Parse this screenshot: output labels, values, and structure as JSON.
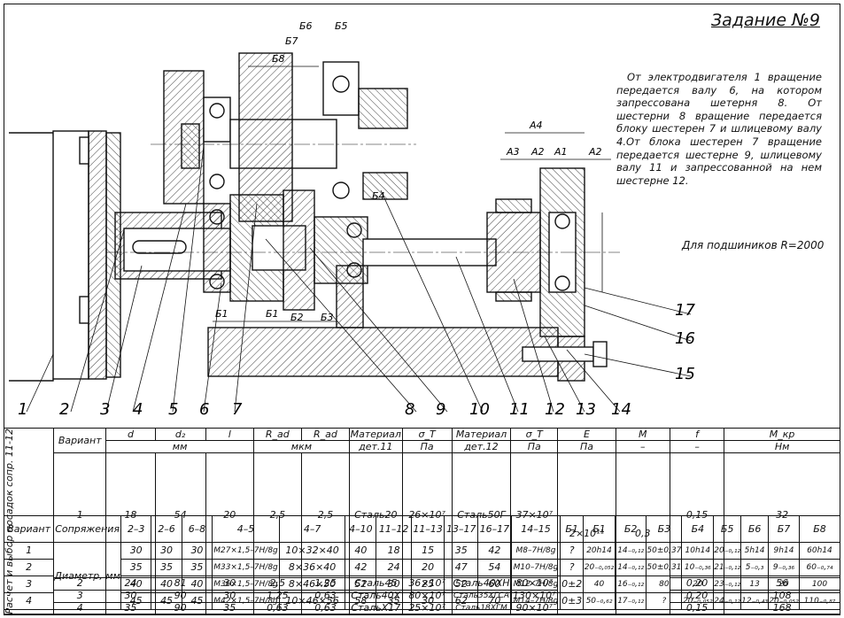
{
  "title": "Задание №9",
  "description": "От электродвигателя 1 вращение передается валу 6, на котором запрессована шетерня 8. От шестерни 8 вращение передается блоку шестерен 7 и шлицевому валу 4.От блока шестерен 7 вращение передается шестерне 9, шлицевому валу 11 и запрессованной на нем шестерне 12.",
  "bearing_note": "Для подшиников R=2000",
  "part_labels": [
    "1",
    "2",
    "3",
    "4",
    "5",
    "6",
    "7",
    "8",
    "9",
    "10",
    "11",
    "12",
    "13",
    "14",
    "15",
    "16",
    "17"
  ],
  "dimension_labels": {
    "a4": "A4",
    "a3": "A3",
    "a2": "A2",
    "a1": "A1",
    "a2b": "A2",
    "b6": "Б6",
    "b5": "Б5",
    "b7": "Б7",
    "b8": "Б8",
    "b4": "Б4",
    "b1": "Б1",
    "b1b": "Б1",
    "b2": "Б2",
    "b3": "Б3"
  },
  "table1": {
    "side_label": "Расчет и выбор посадок сопр. 11-12",
    "headers": [
      "Вариант",
      "d",
      "d₂",
      "l",
      "R_ad",
      "R_ad",
      "Материал",
      "σ_T",
      "Материал",
      "σ_T",
      "E",
      "M",
      "f",
      "M_кр"
    ],
    "subheaders": [
      "мм",
      "мкм",
      "дет.11",
      "Па",
      "дет.12",
      "Па",
      "Па",
      "–",
      "–",
      "Нм"
    ],
    "rows": [
      [
        "1",
        "18",
        "54",
        "20",
        "2,5",
        "2,5",
        "Сталь20",
        "26×10⁷",
        "Сталь50Г",
        "37×10⁷",
        "0,15",
        "32"
      ],
      [
        "2",
        "24",
        "81",
        "30",
        "2,5",
        "1,25",
        "Сталь45",
        "36×10⁷",
        "Сталь40ХН",
        "80×10⁷",
        "0,20",
        "56"
      ],
      [
        "3",
        "30",
        "90",
        "30",
        "1,25",
        "0,63",
        "Сталь40Х",
        "80×10⁷",
        "Сталь35ХГСА",
        "130×10⁷",
        "0,20",
        "108"
      ],
      [
        "4",
        "35",
        "90",
        "35",
        "0,63",
        "0,63",
        "СтальХ17",
        "25×10⁷",
        "Сталь18ХГМ",
        "90×10⁷",
        "0,15",
        "168"
      ]
    ],
    "E_value": "2×10¹¹",
    "M_value": "0,3"
  },
  "table2": {
    "headers": [
      "Вариант",
      "Сопряжения",
      "2–3",
      "2–6",
      "6–8",
      "4–5",
      "4–7",
      "4–10",
      "11–12",
      "11–13",
      "13–17",
      "16–17",
      "14–15",
      "Б1",
      "Б1",
      "Б2",
      "Б3",
      "Б4",
      "Б5",
      "Б6",
      "Б7",
      "Б8"
    ],
    "conj_label": "Диаметр, мм",
    "rows": [
      [
        "1",
        "30",
        "30",
        "30",
        "M27×1,5–7H/8g",
        "10×32×40",
        "40",
        "18",
        "15",
        "35",
        "42",
        "M8–7H/8g",
        "?",
        "20h14",
        "14₋₀,₁₂",
        "50±0,37",
        "10h14",
        "20₋₀,₁₂",
        "5h14",
        "9h14",
        "60h14"
      ],
      [
        "2",
        "35",
        "35",
        "35",
        "M33×1,5–7H/8g",
        "8×36×40",
        "42",
        "24",
        "20",
        "47",
        "54",
        "M10–7H/8g",
        "?",
        "20₋₀,₀₅₂",
        "14₋₀,₁₂",
        "50±0,31",
        "10₋₀,₃₆",
        "21₋₀,₁₂",
        "5₋₀,₃",
        "9₋₀,₃₆",
        "60₋₀,₇₄"
      ],
      [
        "3",
        "40",
        "40",
        "40",
        "M36×1,5–7H/8g",
        "8×46×50",
        "52",
        "30",
        "25",
        "52",
        "60",
        "M12–7H/8g",
        "0±2",
        "40",
        "16₋₀,₁₂",
        "80",
        "20",
        "23₋₀,₁₂",
        "13",
        "20",
        "100"
      ],
      [
        "4",
        "45",
        "45",
        "45",
        "M42×1,5–7H/8g",
        "10×46×56",
        "58",
        "35",
        "30",
        "62",
        "70",
        "M14–7H/8g",
        "0±3",
        "50₋₀,₆₂",
        "17₋₀,₁₂",
        "?",
        "20₋₀,₀₅₂",
        "24₋₀,₁₂",
        "12₋₀,₄₃",
        "20₋₀,₀₅₂",
        "110₋₀,₈₇"
      ]
    ]
  }
}
